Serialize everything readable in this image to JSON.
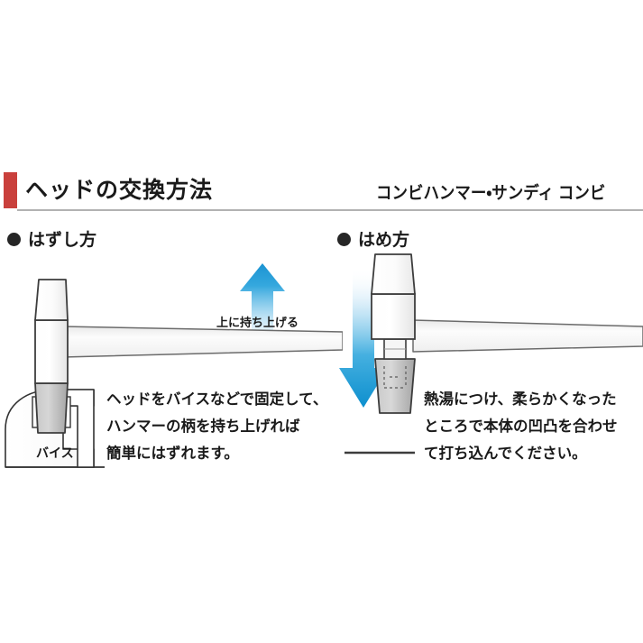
{
  "header": {
    "title": "ヘッドの交換方法",
    "product": "コンビハンマー・サンディ コンビ",
    "accent_color": "#c9403c",
    "rule_color": "#b2b2b2"
  },
  "sections": {
    "left": {
      "heading": "はずし方",
      "arrow_label": "上に持ち上げる",
      "arrow_direction": "up",
      "arrow_color_top": "#1a9ad6",
      "arrow_color_bottom": "#ffffff",
      "vise_label": "バイス",
      "body_lines": [
        "ヘッドをバイスなどで固定して、",
        "ハンマーの柄を持ち上げれば",
        "簡単にはずれます。"
      ]
    },
    "right": {
      "heading": "はめ方",
      "arrow_label": "",
      "arrow_direction": "down",
      "arrow_color_top": "#ffffff",
      "arrow_color_bottom": "#17a0d8",
      "body_lines": [
        "熱湯につけ、柔らかくなった",
        "ところで本体の凹凸を合わせ",
        "て打ち込んでください。"
      ]
    }
  },
  "colors": {
    "ink": "#1a1a1a",
    "outline": "#4a4a4a",
    "metal_light": "#f4f4f4",
    "metal_gray": "#b9b9b9",
    "background": "#ffffff"
  }
}
